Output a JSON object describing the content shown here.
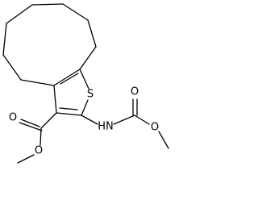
{
  "atoms": {
    "s1": "S",
    "o_ester_carbonyl": "O",
    "o_ester_ether": "O",
    "nh": "HN",
    "o_carbamate_carbonyl": "O",
    "o_carbamate_ether": "O"
  }
}
